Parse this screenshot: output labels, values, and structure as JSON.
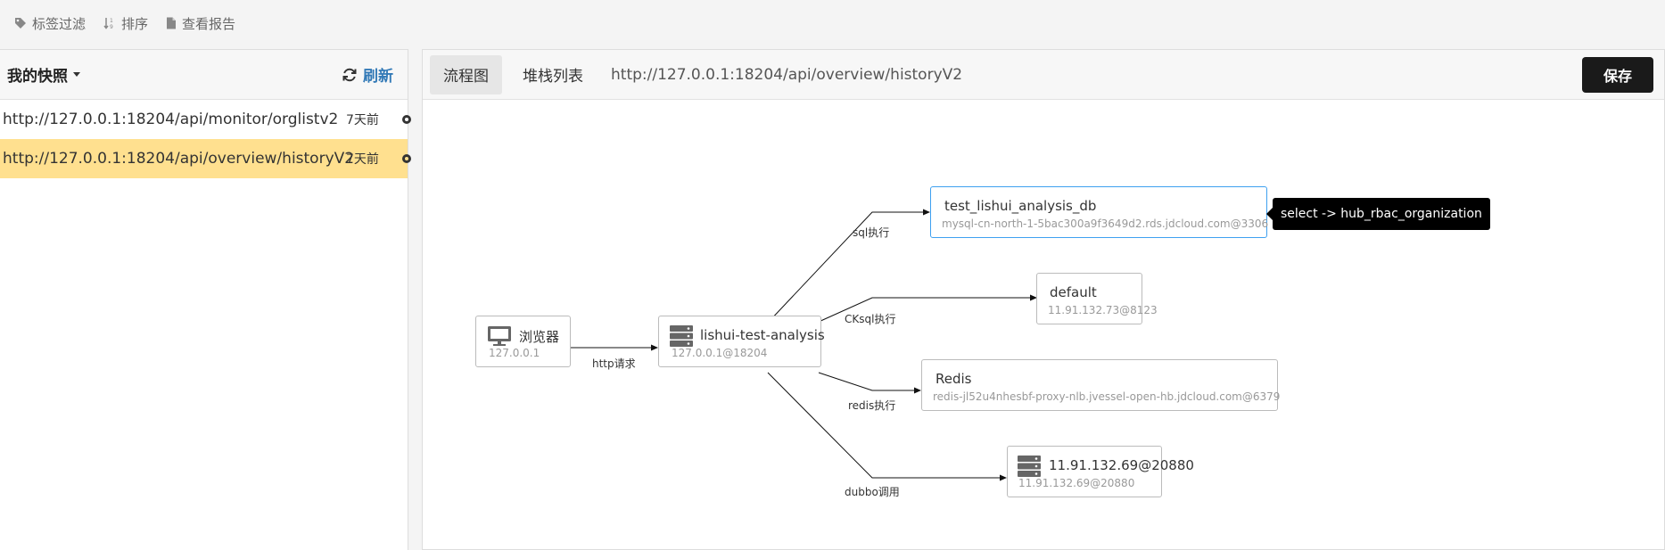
{
  "toolbar": {
    "tag_filter": "标签过滤",
    "sort": "排序",
    "view_report": "查看报告"
  },
  "snapshots": {
    "title": "我的快照",
    "refresh": "刷新",
    "items": [
      {
        "url": "http://127.0.0.1:18204/api/monitor/orglistv2",
        "age": "7天前",
        "selected": false
      },
      {
        "url": "http://127.0.0.1:18204/api/overview/historyV2",
        "age": "7天前",
        "selected": true
      }
    ]
  },
  "main": {
    "tabs": [
      "流程图",
      "堆栈列表"
    ],
    "active_tab": "流程图",
    "url": "http://127.0.0.1:18204/api/overview/historyV2",
    "save_label": "保存"
  },
  "flow": {
    "nodes": {
      "browser": {
        "name": "浏览器",
        "sub": "127.0.0.1",
        "icon": "monitor-icon"
      },
      "app": {
        "name": "lishui-test-analysis",
        "sub": "127.0.0.1@18204",
        "icon": "server-icon"
      },
      "mysql": {
        "name": "test_lishui_analysis_db",
        "sub": "mysql-cn-north-1-5bac300a9f3649d2.rds.jdcloud.com@3306"
      },
      "ck": {
        "name": "default",
        "sub": "11.91.132.73@8123"
      },
      "redis": {
        "name": "Redis",
        "sub": "redis-jl52u4nhesbf-proxy-nlb.jvessel-open-hb.jdcloud.com@6379"
      },
      "dubbo": {
        "name": "11.91.132.69@20880",
        "sub": "11.91.132.69@20880",
        "icon": "server-icon"
      }
    },
    "edges": {
      "http": "http请求",
      "sql": "sql执行",
      "cksql": "CKsql执行",
      "redis": "redis执行",
      "dubbo": "dubbo调用"
    },
    "tooltip": "select -> hub_rbac_organization"
  },
  "colors": {
    "selected_row": "#ffe08f",
    "link_blue": "#337ab7",
    "selected_node_border": "#3ea0f0",
    "save_button": "#1a1a1a"
  }
}
